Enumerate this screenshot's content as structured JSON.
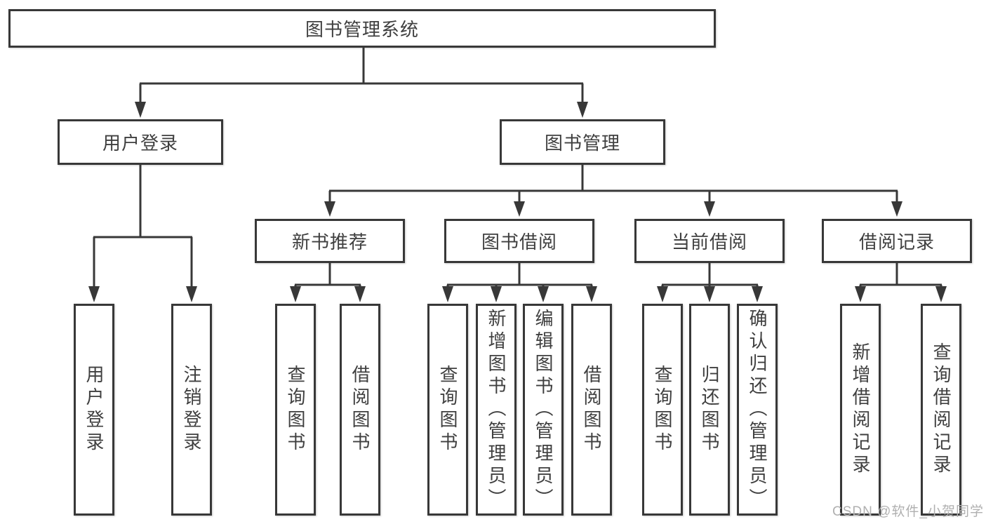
{
  "diagram": {
    "root": {
      "label": "图书管理系统"
    },
    "level2": [
      {
        "label": "用户登录"
      },
      {
        "label": "图书管理"
      }
    ],
    "level3": [
      {
        "label": "新书推荐"
      },
      {
        "label": "图书借阅"
      },
      {
        "label": "当前借阅"
      },
      {
        "label": "借阅记录"
      }
    ],
    "leaves": [
      {
        "label": "用户登录"
      },
      {
        "label": "注销登录"
      },
      {
        "label": "查询图书"
      },
      {
        "label": "借阅图书"
      },
      {
        "label": "查询图书"
      },
      {
        "label": "新增图书（管理员）"
      },
      {
        "label": "编辑图书（管理员）"
      },
      {
        "label": "借阅图书"
      },
      {
        "label": "查询图书"
      },
      {
        "label": "归还图书"
      },
      {
        "label": "确认归还（管理员）"
      },
      {
        "label": "新增借阅记录"
      },
      {
        "label": "查询借阅记录"
      }
    ]
  },
  "watermark": {
    "text": "CSDN @软件_小贺同学"
  },
  "colors": {
    "line": "#383838",
    "text": "#3f3f3f",
    "background": "#ffffff",
    "watermark": "#b0b0b0"
  }
}
